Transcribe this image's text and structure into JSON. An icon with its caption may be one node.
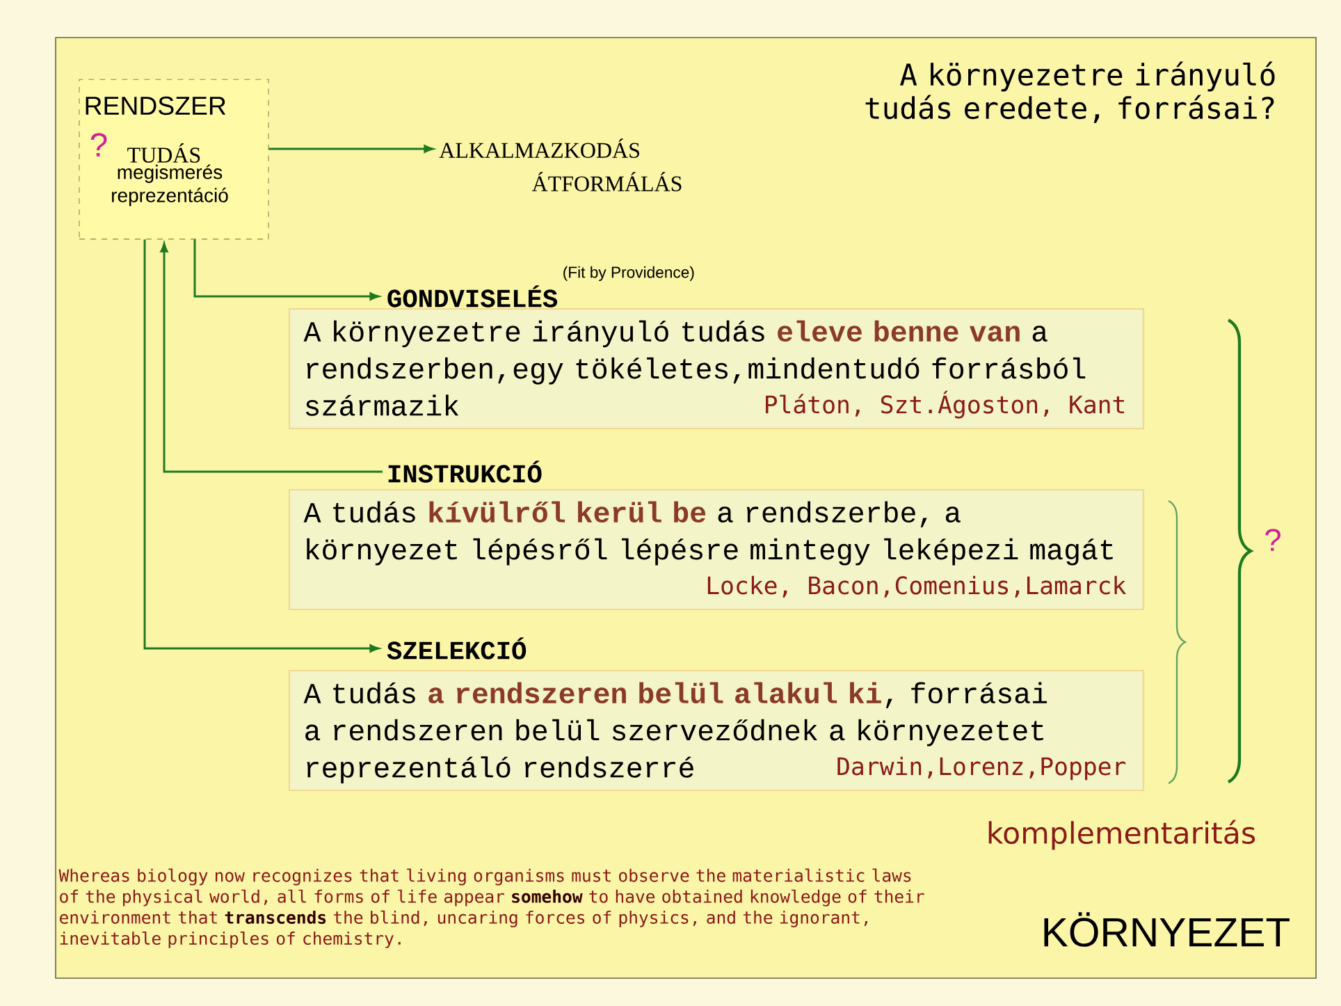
{
  "diagram": {
    "title": "A környezetre irányuló tudás eredete, forrásai?",
    "nodes": [
      {
        "text": [
          "RENDSZER",
          "?",
          "TUDÁS",
          "megismerés reprezentáció"
        ]
      },
      {
        "text": [
          "ALKALMAZKODÁS",
          "ÁTFORMÁLÁS"
        ]
      },
      {
        "text": [
          "GONDVISELÉS",
          "A környezetre irányuló tudás **eleve benne van** a rendszerben,egy tökéletes,mindentudó forrásból származik",
          "Pláton, Szt.Ágoston, Kant"
        ],
        "beside": [
          "(Fit by Providence)"
        ]
      },
      {
        "text": [
          "INSTRUKCIÓ",
          "A tudás **kívülről kerül be** a rendszerbe, a környezet lépésről lépésre mintegy leképezi magát",
          "Locke, Bacon,Comenius,Lamarck"
        ]
      },
      {
        "text": [
          "SZELEKCIÓ",
          "A tudás **a rendszeren belül alakul ki**, forrásai a rendszeren belül szerveződnek a környezetet reprezentáló rendszerré",
          "Darwin,Lorenz,Popper"
        ]
      }
    ],
    "edges": [
      {
        "from": 0,
        "to": 1,
        "arrow": "to"
      },
      {
        "from": 0,
        "to": 2,
        "arrow": "to"
      },
      {
        "from": 3,
        "to": 0,
        "arrow": "to"
      },
      {
        "from": 0,
        "to": 4,
        "arrow": "to"
      }
    ],
    "labels": [
      "?",
      "komplementaritás",
      "Whereas biology now recognizes that living organisms must observe the materialistic laws of the physical world, all forms of life appear **somehow** to have obtained knowledge of their environment that **transcends** the blind, uncaring forces of physics, and the ignorant, inevitable principles of chemistry.",
      "KÖRNYEZET"
    ]
  }
}
